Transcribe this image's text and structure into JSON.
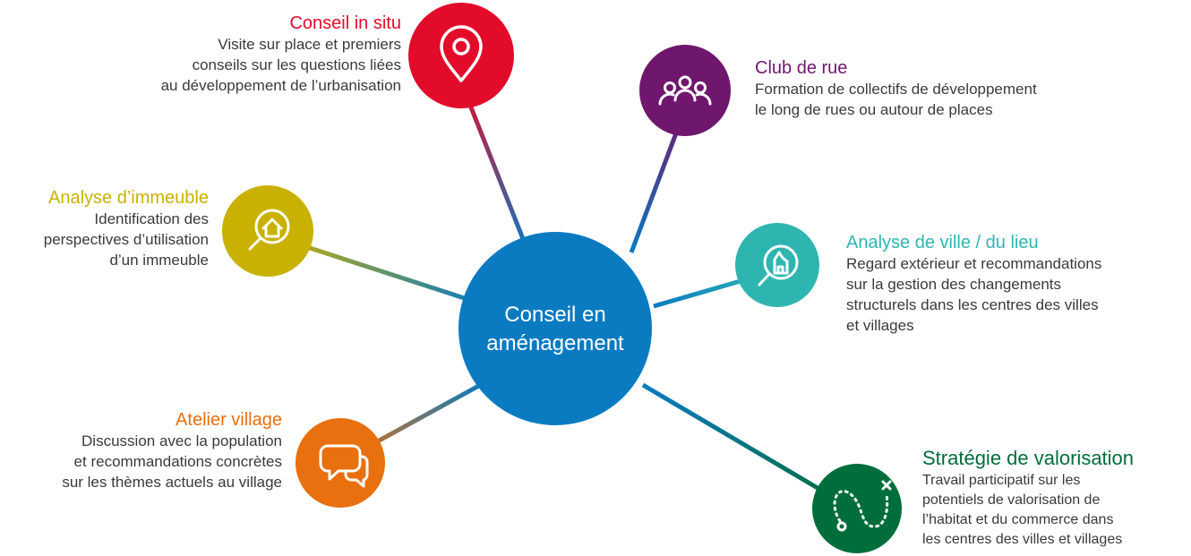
{
  "center": {
    "line1": "Conseil en",
    "line2": "aménagement",
    "color": "#0a7bc1"
  },
  "nodes": {
    "conseil_in_situ": {
      "title": "Conseil in situ",
      "lines": [
        "Visite sur place et premiers",
        "conseils sur les questions liées",
        "au développement de l’urbanisation"
      ],
      "color": "#e30b2a",
      "icon": "map-pin-icon"
    },
    "club_de_rue": {
      "title": "Club de rue",
      "lines": [
        "Formation de collectifs de développement",
        "le long de rues ou autour de places"
      ],
      "color": "#6f176d",
      "icon": "people-group-icon"
    },
    "analyse_immeuble": {
      "title": "Analyse d’immeuble",
      "lines": [
        "Identification des",
        "perspectives d’utilisation",
        "d’un immeuble"
      ],
      "color": "#c9b100",
      "icon": "house-search-icon"
    },
    "analyse_ville": {
      "title": "Analyse de ville / du lieu",
      "lines": [
        "Regard extérieur et recommandations",
        "sur la gestion des changements",
        "structurels dans les centres des villes",
        "et villages"
      ],
      "color": "#2fb5b0",
      "icon": "church-search-icon"
    },
    "atelier_village": {
      "title": "Atelier village",
      "lines": [
        "Discussion avec la population",
        "et recommandations concrètes",
        "sur les thèmes actuels au village"
      ],
      "color": "#e9700f",
      "icon": "speech-bubbles-icon"
    },
    "strategie_valorisation": {
      "title": "Stratégie de valorisation",
      "lines": [
        "Travail participatif sur les",
        "potentiels de valorisation de",
        "l’habitat et du commerce dans",
        "les centres des villes et villages"
      ],
      "color": "#006e3a",
      "icon": "treasure-map-icon"
    }
  }
}
